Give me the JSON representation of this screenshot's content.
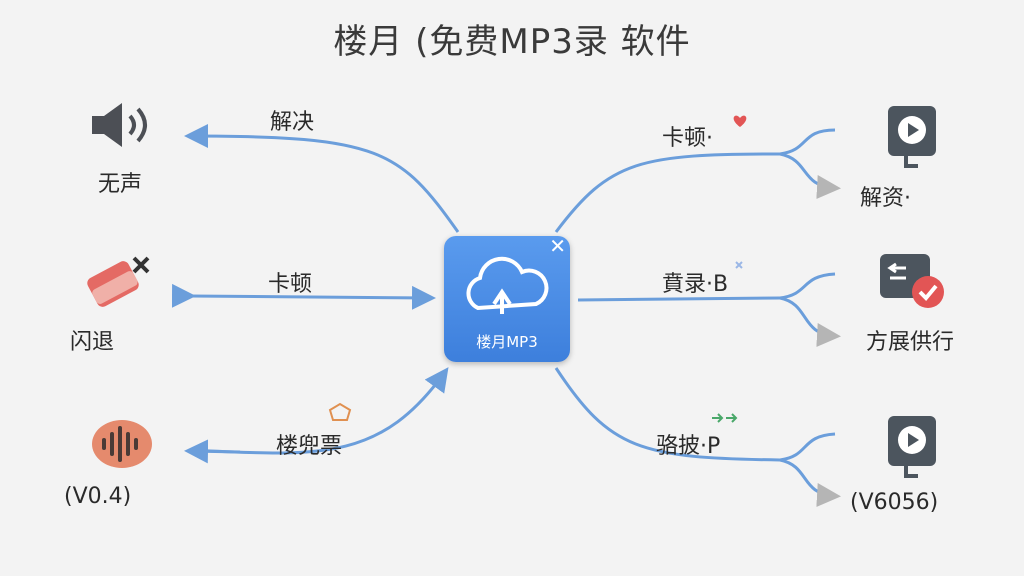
{
  "title": "楼月 (免费MP3录 软件",
  "center": {
    "label": "楼月MP3",
    "close": "✕"
  },
  "left": [
    {
      "edge_label": "解决",
      "node_label": "无声",
      "icon": "speaker-icon"
    },
    {
      "edge_label": "卡顿",
      "node_label": "闪退",
      "icon": "eraser-error-icon"
    },
    {
      "edge_label": "楼兜票",
      "node_label": "(V0.4)",
      "icon": "audio-wave-icon"
    }
  ],
  "right": [
    {
      "edge_label": "卡顿·",
      "node_label": "解资·",
      "icon": "media-play-icon"
    },
    {
      "edge_label": "賁录·B",
      "node_label": "方展供行",
      "icon": "media-check-icon"
    },
    {
      "edge_label": "骆披·P",
      "node_label": "(V6056)",
      "icon": "media-play-icon"
    }
  ],
  "colors": {
    "edge": "#6b9edb",
    "accent": "#e25555",
    "center": "#4a8ce6"
  }
}
